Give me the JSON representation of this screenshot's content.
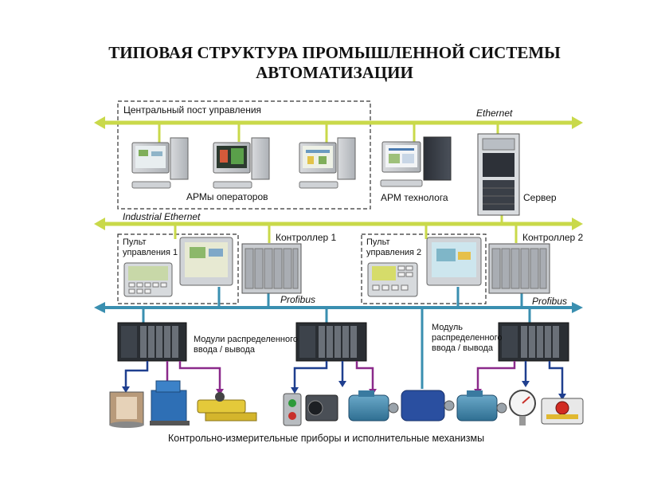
{
  "title_line1": "ТИПОВАЯ СТРУКТУРА ПРОМЫШЛЕННОЙ СИСТЕМЫ",
  "title_line2": "АВТОМАТИЗАЦИИ",
  "labels": {
    "central_post": "Центральный пост управления",
    "ethernet": "Ethernet",
    "operator_stations": "АРМы операторов",
    "technologist_station": "АРМ технолога",
    "server": "Сервер",
    "industrial_ethernet": "Industrial Ethernet",
    "panel1_line1": "Пульт",
    "panel1_line2": "управления 1",
    "controller1": "Контроллер 1",
    "panel2_line1": "Пульт",
    "panel2_line2": "управления 2",
    "controller2": "Контроллер 2",
    "profibus_left": "Profibus",
    "profibus_right": "Profibus",
    "dio_modules_line1": "Модули распределенного",
    "dio_modules_line2": "ввода / вывода",
    "dio_module_line1": "Модуль",
    "dio_module_line2": "распределенного",
    "dio_module_line3": "ввода / вывода",
    "footer": "Контрольно-измерительные приборы и исполнительные механизмы"
  },
  "colors": {
    "ethernet_bus": "#c9d94a",
    "profibus_bus": "#3a8fb0",
    "analog_signal": "#1f3f8f",
    "discrete_signal": "#8b2a8b",
    "dashed_frame": "#333333"
  }
}
